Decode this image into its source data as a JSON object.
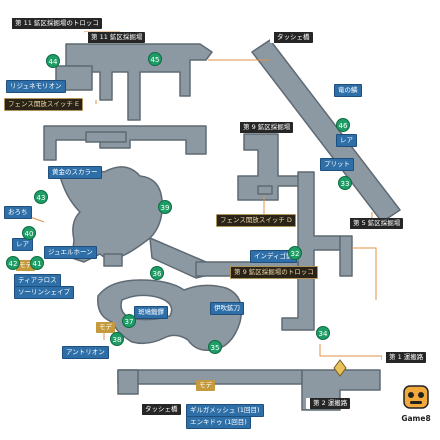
{
  "colors": {
    "floor": "#8c99a3",
    "floor_edge": "#5f6a73",
    "marker": "#1f9d66",
    "label_dark": "#262626",
    "label_blue": "#2f6fa8",
    "connector": "#e0904a"
  },
  "labels": {
    "area11_trolley": "第 11 鉱区採掘場のトロッコ",
    "area11_site": "第 11 鉱区採掘場",
    "rijunemorion": "リジュネモリオン",
    "fence_switch_e": "フェンス開放スイッチ E",
    "tassie_bridge_top": "タッシェ橋",
    "ryu_no_ha": "竜の鱗",
    "rare_right": "レア",
    "prit": "プリット",
    "area9_site": "第 9 鉱区採掘場",
    "fence_switch_d": "フェンス開放スイッチ D",
    "area5_site": "第 5 鉱区採掘場",
    "golden_scarab": "黄金のスカラー",
    "orochi": "おろち",
    "rare_left": "レア",
    "mode_left": "モデ",
    "jewelhorn": "ジュエルホーン",
    "tiaralose": "ティアラロス",
    "sirin_shade": "ソーリンシェイプ",
    "indigo_ore": "インディゴ鉱",
    "area9_trolley": "第 9 鉱区採掘場のトロッコ",
    "mottled_ore": "斑鳩鍛鐸",
    "ibuki_ore": "伊吹鉱刀",
    "mode_mid": "モデ",
    "antorion": "アントリオン",
    "area1_entrance": "第 1 運搬路",
    "mode_bottom": "モデ",
    "gilgamesh_1": "ギルガメッシュ (1回目)",
    "enkidu_1": "エンキドゥ (1回目)",
    "tassie_bridge_bottom": "タッシェ橋",
    "area2_road": "第 2 運搬路"
  },
  "markers": [
    "44",
    "45",
    "46",
    "33",
    "43",
    "39",
    "40",
    "42",
    "41",
    "32",
    "36",
    "37",
    "38",
    "35",
    "34"
  ],
  "logo": {
    "text": "Game8"
  }
}
